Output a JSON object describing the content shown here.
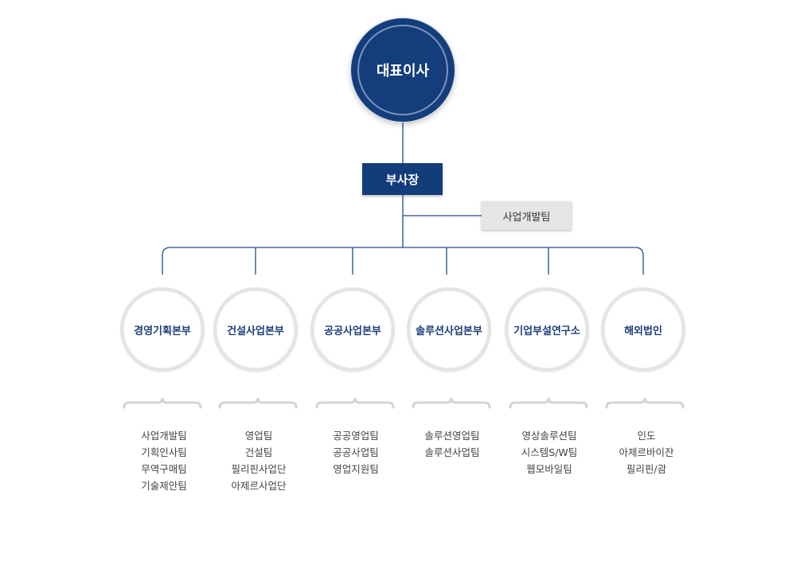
{
  "ceo": {
    "label": "대표이사"
  },
  "vice_president": {
    "label": "부사장"
  },
  "staff_team": {
    "label": "사업개발팀"
  },
  "divisions": [
    {
      "name": "경영기획본부",
      "teams": [
        "사업개발팀",
        "기획인사팀",
        "무역구매팀",
        "기술제안팀"
      ]
    },
    {
      "name": "건설사업본부",
      "teams": [
        "영업팀",
        "건설팀",
        "필리핀사업단",
        "아제르사업단"
      ]
    },
    {
      "name": "공공사업본부",
      "teams": [
        "공공영업팀",
        "공공사업팀",
        "영업지원팀"
      ]
    },
    {
      "name": "솔루션사업본부",
      "teams": [
        "솔루션영업팀",
        "솔루션사업팀"
      ]
    },
    {
      "name": "기업부설연구소",
      "teams": [
        "영상솔루션팀",
        "시스템S/W팀",
        "웹모바일팀"
      ]
    },
    {
      "name": "해외법인",
      "teams": [
        "인도",
        "아제르바이잔",
        "필리핀/괌"
      ]
    }
  ],
  "colors": {
    "navy": "#133c7a",
    "line": "#1f4a8a",
    "circle_border": "#e4e4e4",
    "staff_box": "#e5e5e5"
  }
}
